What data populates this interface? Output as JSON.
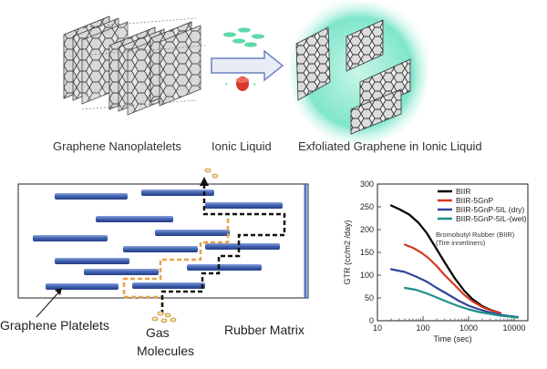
{
  "top_panel": {
    "labels": {
      "platelets": "Graphene Nanoplatelets",
      "ionic": "Ionic Liquid",
      "exfoliated": "Exfoliated Graphene in Ionic Liquid"
    },
    "colors": {
      "glow": "#6fe3c4",
      "ionic_cation": "#5ed9a8",
      "ionic_anion": "#d83a2b",
      "arrow": "#6a82c0"
    }
  },
  "bottom_left": {
    "labels": {
      "platelets": "Graphene Platelets",
      "gas": "Gas",
      "molecules": "Molecules",
      "matrix": "Rubber Matrix"
    },
    "colors": {
      "platelet": "#3f5fae",
      "orange_path": "#e8a04b",
      "black_path": "#111111",
      "wall": "#4a74c7",
      "molecule": "#e6b04c"
    }
  },
  "chart_data": {
    "type": "line",
    "xscale": "log",
    "xlim": [
      10,
      20000
    ],
    "ylim": [
      0,
      300
    ],
    "xticks": [
      "10",
      "100",
      "1000",
      "10000"
    ],
    "yticks": [
      "0",
      "50",
      "100",
      "150",
      "200",
      "250",
      "300"
    ],
    "xlabel": "Time (sec)",
    "ylabel": "GTR (cc/m2 /day)",
    "annotation": [
      "Bromobutyl Rubber (BIIR)",
      "(Tire innerliners)"
    ],
    "legend_position": "top-right",
    "series": [
      {
        "name": "BIIR",
        "color": "#000000",
        "x": [
          20,
          30,
          50,
          80,
          120,
          200,
          300,
          500,
          800,
          1200,
          2000,
          3000,
          5000
        ],
        "y": [
          253,
          245,
          233,
          215,
          193,
          157,
          128,
          93,
          66,
          48,
          32,
          24,
          17
        ]
      },
      {
        "name": "BIIR-5GnP",
        "color": "#d9381e",
        "x": [
          40,
          60,
          90,
          130,
          200,
          300,
          500,
          800,
          1200,
          2000,
          3000,
          5000
        ],
        "y": [
          167,
          160,
          150,
          138,
          120,
          100,
          78,
          57,
          43,
          30,
          23,
          17
        ]
      },
      {
        "name": "BIIR-5GnP-5IL (dry)",
        "color": "#33449a",
        "x": [
          20,
          40,
          70,
          120,
          200,
          350,
          600,
          1000,
          1700,
          3000,
          5000,
          8000,
          12000
        ],
        "y": [
          113,
          107,
          97,
          86,
          72,
          58,
          44,
          33,
          25,
          18,
          13,
          10,
          8
        ]
      },
      {
        "name": "BIIR-5GnP-5IL-(wet)",
        "color": "#1f8f8a",
        "x": [
          40,
          70,
          120,
          200,
          350,
          600,
          1000,
          1700,
          3000,
          5000,
          8000,
          12000
        ],
        "y": [
          72,
          68,
          60,
          51,
          41,
          32,
          25,
          19,
          15,
          11,
          9,
          7
        ]
      }
    ]
  }
}
